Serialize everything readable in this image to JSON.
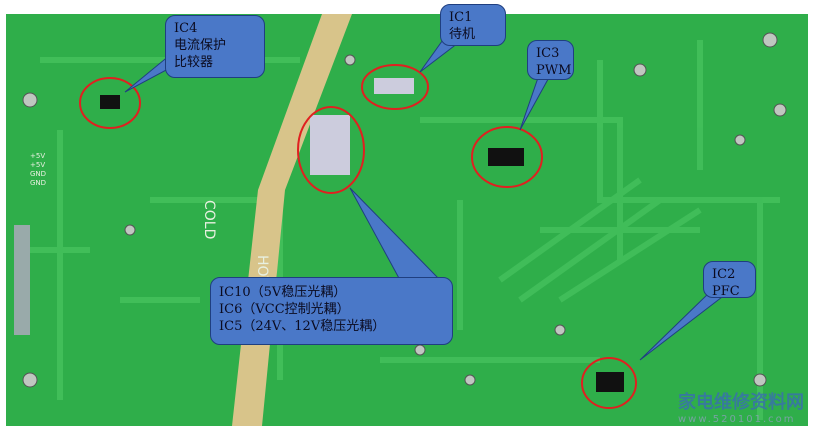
{
  "callouts": {
    "ic4": {
      "line1": "IC4",
      "line2": "电流保护",
      "line3": "比较器"
    },
    "ic1": {
      "line1": "IC1",
      "line2": "待机"
    },
    "ic3": {
      "line1": "IC3",
      "line2": "PWM"
    },
    "ic2": {
      "line1": "IC2",
      "line2": "PFC"
    },
    "optocouplers": {
      "line1": "IC10（5V稳压光耦）",
      "line2": "IC6（VCC控制光耦）",
      "line3": "IC5（24V、12V稳压光耦）"
    }
  },
  "board_labels": {
    "cold": "COLD",
    "hot": "HOT",
    "power_labels": [
      "+5V",
      "+5V",
      "GND",
      "GND"
    ]
  },
  "watermark": {
    "name": "家电维修资料网",
    "url": "www.520101.com"
  },
  "colors": {
    "board": "#2fae4a",
    "callout": "#4a78c8",
    "highlight": "#e02020",
    "strip": "#d8c48a"
  }
}
